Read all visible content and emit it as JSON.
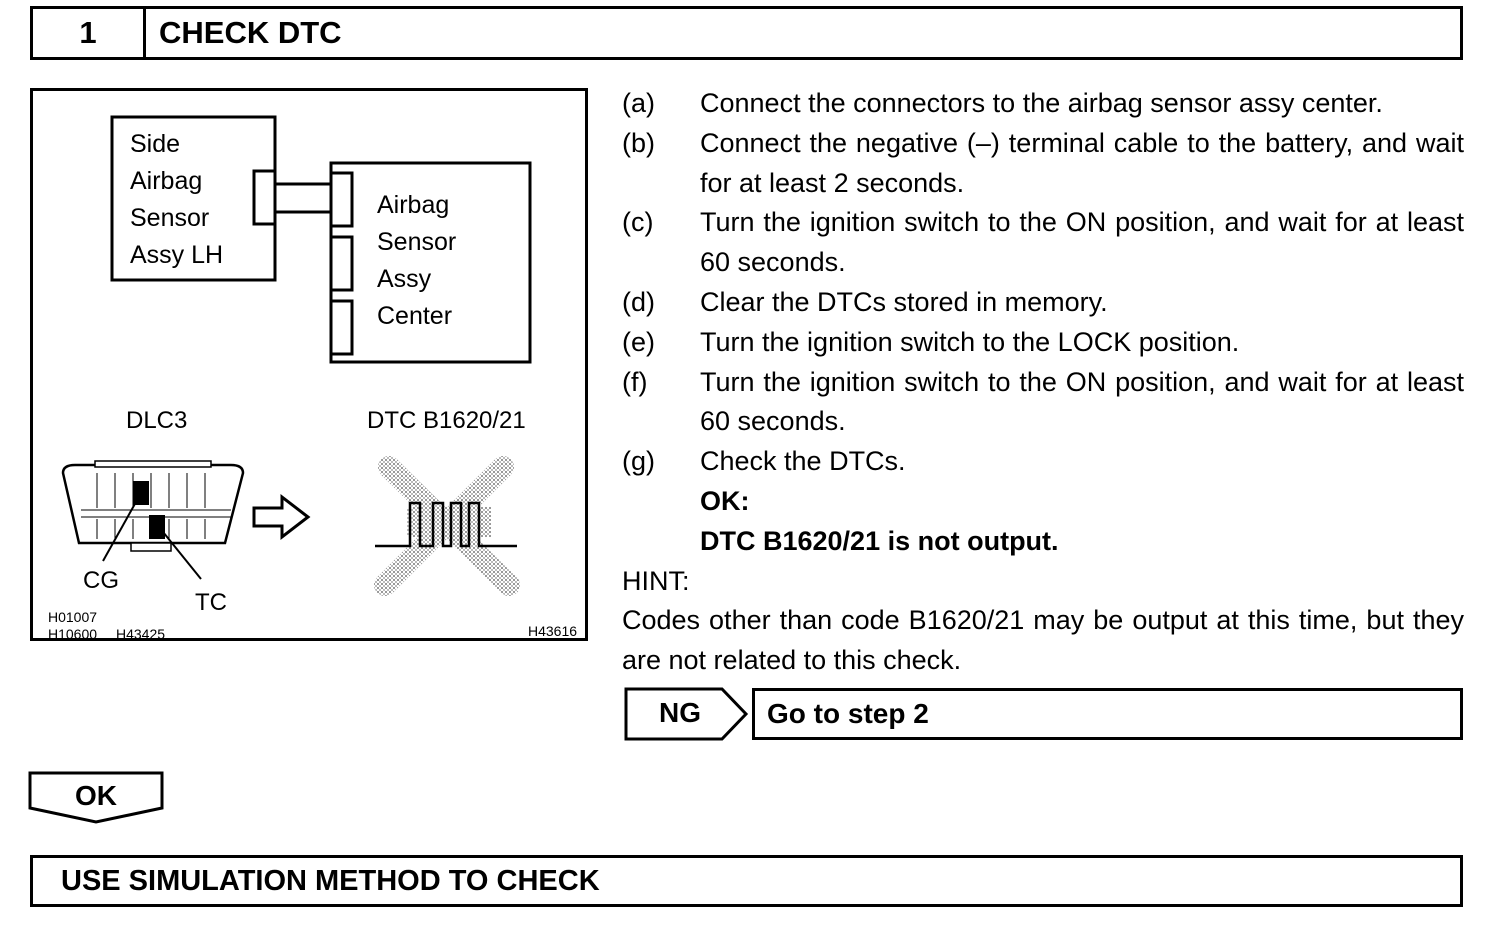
{
  "step": {
    "number": "1",
    "title": "CHECK DTC"
  },
  "figure": {
    "side_sensor_lines": [
      "Side",
      "Airbag",
      "Sensor",
      "Assy LH"
    ],
    "center_sensor_lines": [
      "Airbag",
      "Sensor",
      "Assy",
      "Center"
    ],
    "dlc3_label": "DLC3",
    "dtc_label": "DTC B1620/21",
    "cg_label": "CG",
    "tc_label": "TC",
    "code_left_1": "H01007",
    "code_left_2": "H10600",
    "code_left_3": "H43425",
    "code_right": "H43616"
  },
  "steps": [
    {
      "letter": "(a)",
      "text": "Connect the connectors to the airbag sensor assy center."
    },
    {
      "letter": "(b)",
      "text": "Connect the negative (–) terminal cable to the battery, and wait for at least 2 seconds."
    },
    {
      "letter": "(c)",
      "text": "Turn the ignition switch to the ON position, and wait for at least 60 seconds."
    },
    {
      "letter": "(d)",
      "text": "Clear the DTCs stored in memory."
    },
    {
      "letter": "(e)",
      "text": "Turn the ignition switch to the LOCK position."
    },
    {
      "letter": "(f)",
      "text": "Turn the ignition switch to the ON position, and wait for at least 60 seconds."
    },
    {
      "letter": "(g)",
      "text": "Check the DTCs."
    }
  ],
  "ok_result": {
    "label": "OK:",
    "text": "DTC B1620/21 is not output."
  },
  "hint": {
    "label": "HINT:",
    "text": "Codes other than code B1620/21 may be output at this time, but they are not related to this check."
  },
  "ng": {
    "label": "NG",
    "action": "Go to step 2"
  },
  "ok_flow": {
    "label": "OK"
  },
  "footer": {
    "title": "USE SIMULATION METHOD TO CHECK"
  }
}
